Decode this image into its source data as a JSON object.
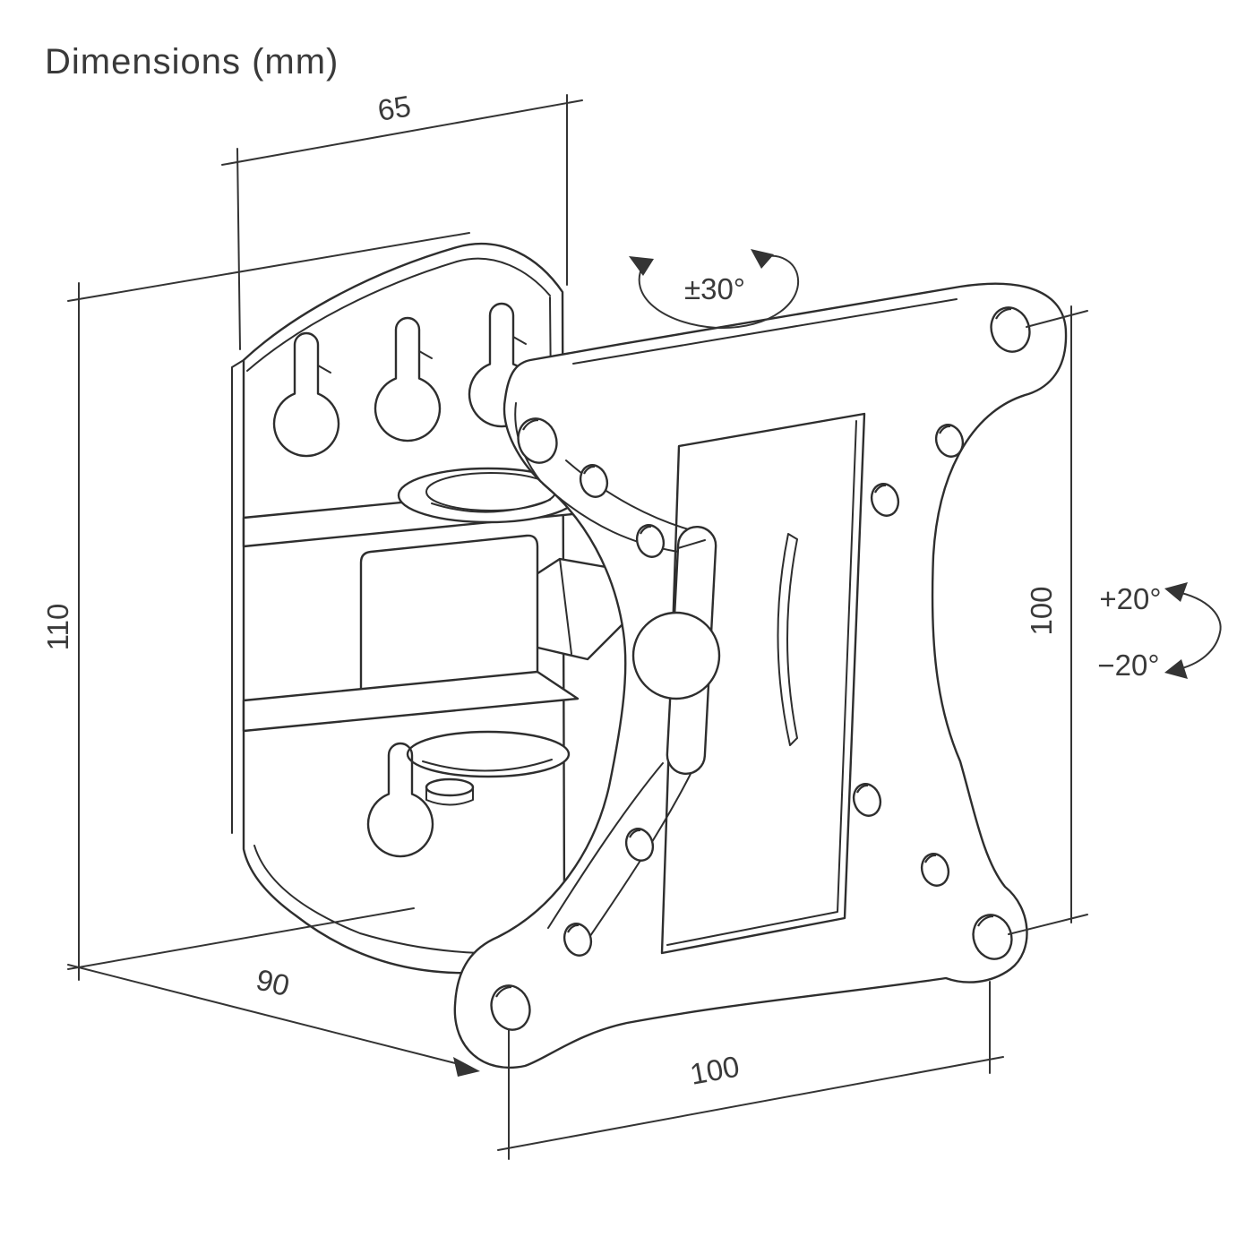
{
  "title": "Dimensions (mm)",
  "diagram": {
    "type": "technical-drawing",
    "subject": "tilt-and-swivel monitor wall mount bracket, isometric view",
    "unit": "mm",
    "dimensions": {
      "wall_plate_width": "65",
      "wall_plate_height": "110",
      "bracket_depth": "90",
      "vesa_spacing_bottom": "100",
      "vesa_spacing_right": "100"
    },
    "angles": {
      "swivel_range": "±30°",
      "tilt_up": "+20°",
      "tilt_down": "−20°"
    },
    "colors": {
      "line": "#2e2e2e",
      "text": "#3a3a3a",
      "background": "#ffffff"
    }
  }
}
